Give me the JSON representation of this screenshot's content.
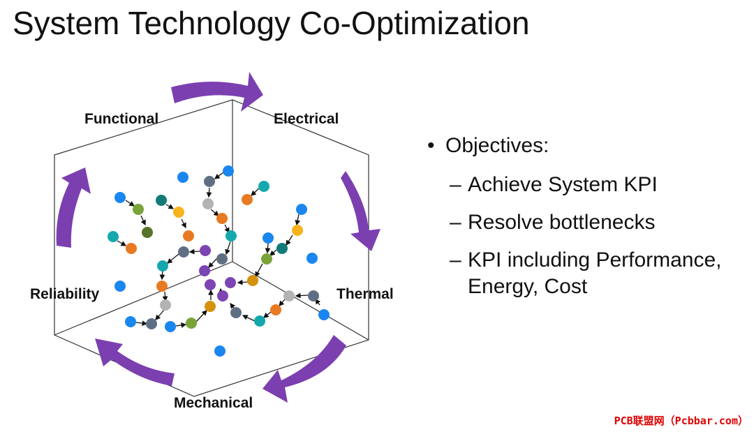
{
  "title": "System Technology Co-Optimization",
  "diagram": {
    "axes": {
      "functional": "Functional",
      "electrical": "Electrical",
      "thermal": "Thermal",
      "mechanical": "Mechanical",
      "reliability": "Reliability"
    },
    "arrow_color": "#7b3fb0",
    "node_colors": {
      "blue": "#1a86f0",
      "slate": "#5f6f83",
      "gray": "#b3b3b3",
      "orange": "#e87a22",
      "teal": "#14a8ae",
      "green": "#7aa33a",
      "darkgreen": "#55742a",
      "yellow": "#f7b31b",
      "darkteal": "#127a78",
      "purple": "#7c44b4",
      "gold": "#d4920c"
    }
  },
  "objectives": {
    "heading": "Objectives:",
    "bullet_symbol": "•",
    "dash": "–",
    "items": [
      "Achieve System KPI",
      "Resolve bottlenecks",
      "KPI including Performance,",
      "Energy, Cost"
    ]
  },
  "watermark": "PCB联盟网（Pcbbar.com）"
}
